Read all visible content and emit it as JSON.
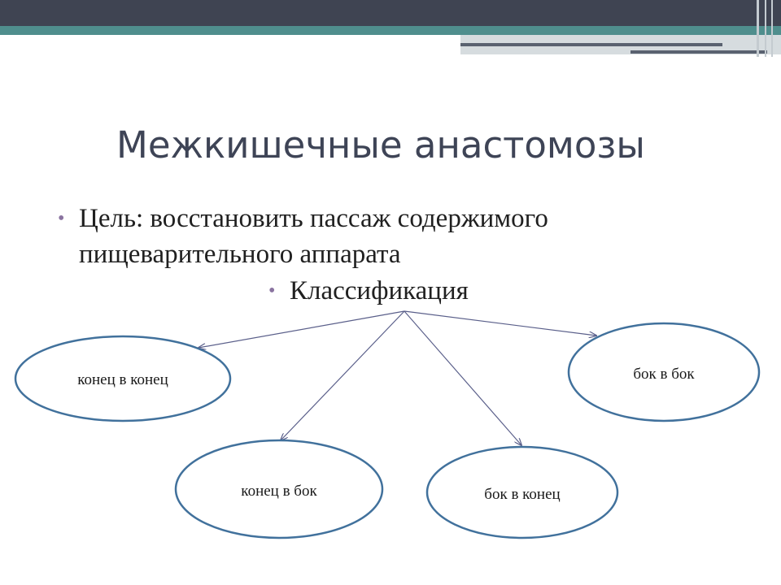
{
  "slide": {
    "title": "Межкишечные анастомозы",
    "bullet_goal_line1": "Цель: восстановить пассаж содержимого",
    "bullet_goal_line2": "пищеварительного аппарата",
    "bullet_classification": "Классификация"
  },
  "diagram": {
    "nodes": [
      {
        "id": "end-to-end",
        "label": "конец в конец"
      },
      {
        "id": "end-to-side",
        "label": "конец в бок"
      },
      {
        "id": "side-to-end",
        "label": "бок в конец"
      },
      {
        "id": "side-to-side",
        "label": "бок в бок"
      }
    ]
  },
  "colors": {
    "header_dark": "#3f4452",
    "header_teal": "#4f8e8d",
    "title_text": "#3e4456",
    "bullet_dot": "#8a73a0",
    "ellipse_stroke": "#41719c",
    "arrow_stroke": "#5a5f8a"
  }
}
